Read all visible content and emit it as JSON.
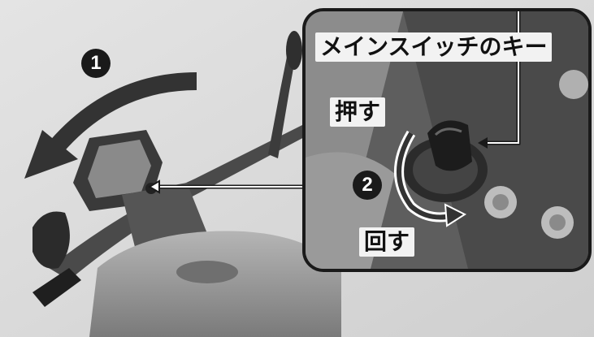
{
  "callouts": {
    "key_label": "メインスイッチのキー",
    "push_label": "押す",
    "turn_label": "回す",
    "step1": "1",
    "step2": "2"
  },
  "colors": {
    "label_bg": "#f2f2f2",
    "outline": "#1a1a1a",
    "arrow": "#333333"
  },
  "icons": {
    "rotate_left": "curved-arrow-left-icon",
    "rotate_right": "curved-arrow-right-icon"
  }
}
